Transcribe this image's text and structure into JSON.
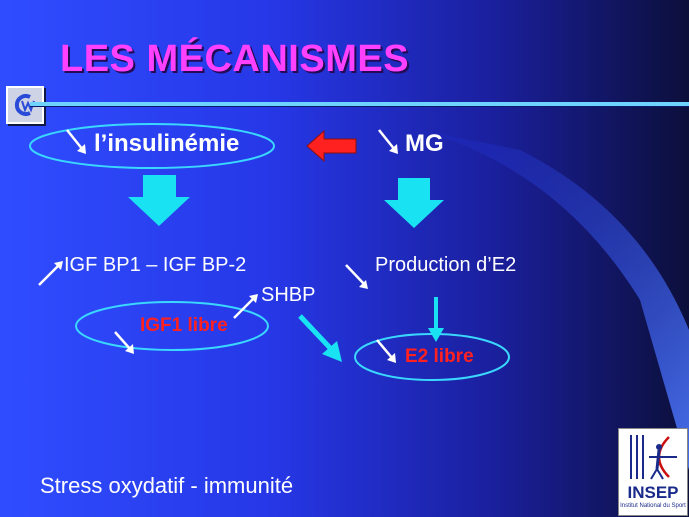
{
  "title": "LES MÉCANISMES",
  "nodes": {
    "insulinemie": "l’insulinémie",
    "mg": "MG",
    "igf_bp": "IGF BP1 – IGF BP-2",
    "production_e2": "Production d’E2",
    "shbp": "SHBP",
    "igf1_libre": "IGF1 libre",
    "e2_libre": "E2  libre"
  },
  "footer_text": "Stress oxydatif - immunité",
  "logo": {
    "text": "INSEP",
    "subtitle": "Institut National du Sport"
  },
  "colors": {
    "title": "#ff40ff",
    "rule": "#6fd3ff",
    "highlight": "#ff2020",
    "arrow_cyan": "#19e3f2",
    "ellipse": "#3ad8ff"
  }
}
